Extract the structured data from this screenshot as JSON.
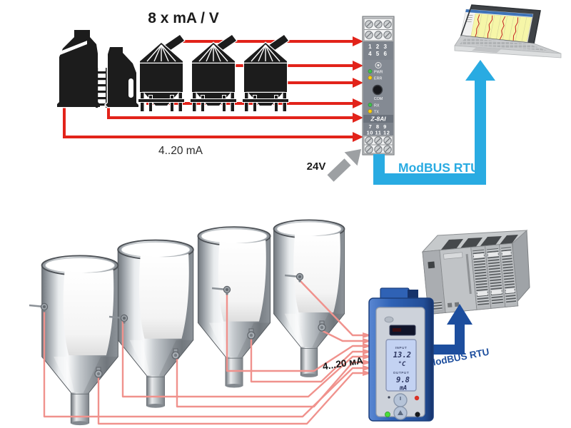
{
  "colors": {
    "signal_red": "#e2231a",
    "wire_pink": "#f0928d",
    "bus_light_blue": "#29abe2",
    "bus_dark_blue": "#1d4e9e",
    "device_blue": "#2f62b5",
    "silhouette_black": "#1c1c1c"
  },
  "top": {
    "channels_label": "8 x mA / V",
    "current_label": "4..20 mA",
    "power_label": "24V",
    "bus_label": "ModBUS RTU",
    "module": {
      "model": "Z-8AI",
      "terminals_top_row1": "1 2 3",
      "terminals_top_row2": "4 5 6",
      "led_pwr": "PWR",
      "led_err": "ERR",
      "com_label": "COM",
      "led_rx": "RX",
      "led_tx": "TX",
      "terminals_bottom_row1": "7 8 9",
      "terminals_bottom_row2": "10 11 12"
    }
  },
  "bottom": {
    "current_label": "4...20 мА",
    "bus_label": "ModBUS RTU",
    "indicator_lcd": {
      "input_label": "INPUT",
      "input_value": "13.2",
      "input_unit": "°C",
      "output_label": "OUTPUT",
      "output_value": "9.8",
      "output_unit": "mA"
    }
  }
}
